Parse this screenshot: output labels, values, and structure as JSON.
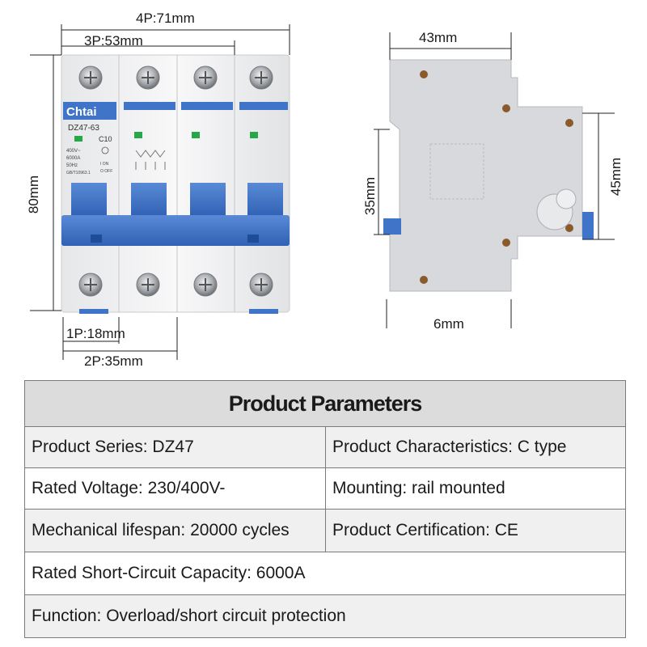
{
  "dimensions": {
    "four_pole_width": "4P:71mm",
    "three_pole_width": "3P:53mm",
    "height": "80mm",
    "one_pole_width": "1P:18mm",
    "two_pole_width": "2P:35mm",
    "side_depth": "43mm",
    "side_rail_height": "35mm",
    "side_front_height": "45mm",
    "side_offset": "6mm"
  },
  "breaker_labels": {
    "brand": "Chtai",
    "model": "DZ47-63",
    "curve_rating": "C10",
    "voltage": "400V~",
    "capacity": "6000A",
    "frequency": "50Hz",
    "standard": "GB/T10963.1",
    "on": "I ON",
    "off": "O OFF"
  },
  "colors": {
    "brand_blue": "#3f74c8",
    "indicator_green": "#25a84a",
    "housing_grey": "#d7d9dc",
    "table_header": "#dcdcdc"
  },
  "params": {
    "title": "Product Parameters",
    "rows": [
      {
        "left": "Product Series: DZ47",
        "right": "Product Characteristics: C type"
      },
      {
        "left": "Rated Voltage: 230/400V-",
        "right": "Mounting: rail mounted"
      },
      {
        "left": "Mechanical lifespan: 20000 cycles",
        "right": "Product Certification: CE"
      }
    ],
    "full_rows": [
      "Rated Short-Circuit Capacity: 6000A",
      "Function: Overload/short circuit protection"
    ]
  }
}
